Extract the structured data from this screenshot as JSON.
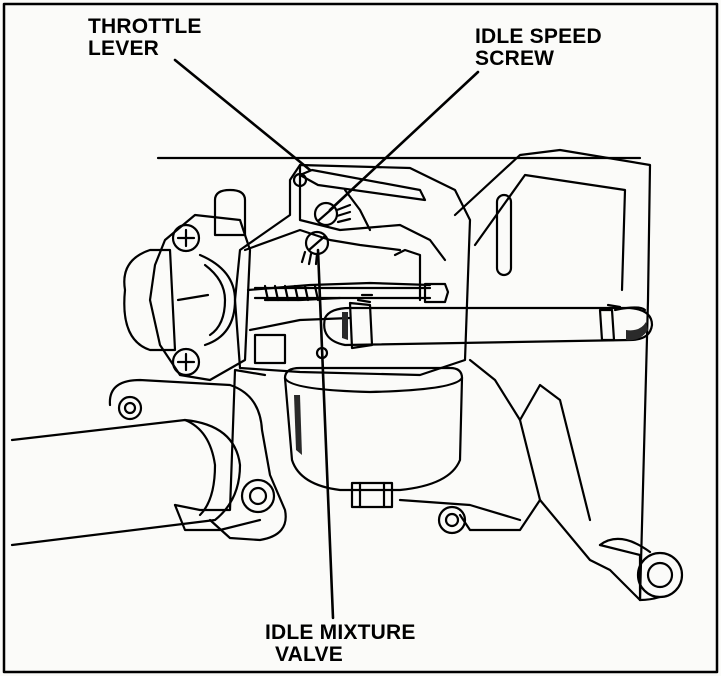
{
  "figure": {
    "callouts": {
      "throttle_lever": {
        "line1": "THROTTLE",
        "line2": "LEVER"
      },
      "idle_speed_screw": {
        "line1": "IDLE SPEED",
        "line2": "SCREW"
      },
      "idle_mixture_valve": {
        "line1": "IDLE MIXTURE",
        "line2": "VALVE"
      }
    }
  },
  "colors": {
    "ink": "#000000",
    "paper": "#fbfbf9",
    "shade": "#2a2a2a"
  }
}
